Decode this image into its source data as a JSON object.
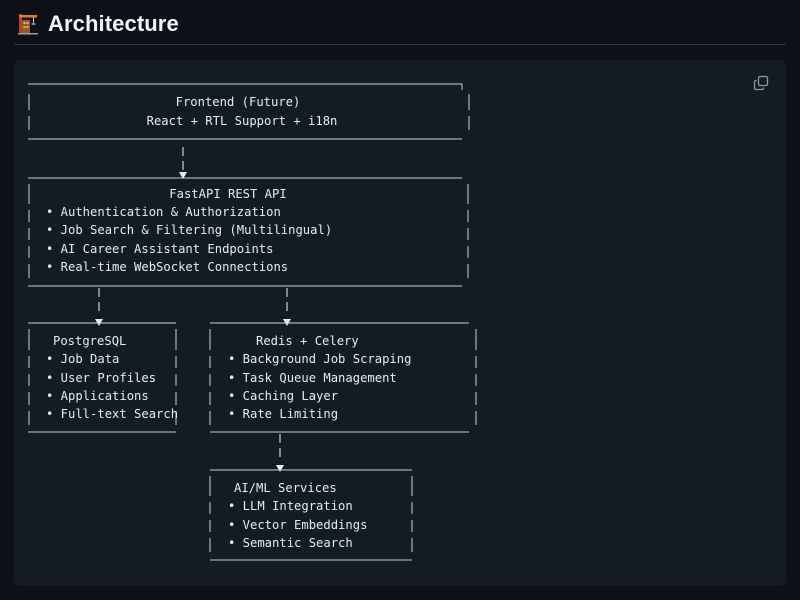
{
  "heading": {
    "title": "Architecture",
    "icon": "building-construction-icon"
  },
  "code_block": {
    "copy_icon": "copy-icon",
    "diagram": {
      "frontend": {
        "title": "Frontend (Future)",
        "subtitle": "React + RTL Support + i18n"
      },
      "api": {
        "title": "FastAPI REST API",
        "items": [
          "• Authentication & Authorization",
          "• Job Search & Filtering (Multilingual)",
          "• AI Career Assistant Endpoints",
          "• Real-time WebSocket Connections"
        ]
      },
      "postgres": {
        "title": "PostgreSQL",
        "items": [
          "• Job Data",
          "• User Profiles",
          "• Applications",
          "• Full-text Search"
        ]
      },
      "redis": {
        "title": "Redis + Celery",
        "items": [
          "• Background Job Scraping",
          "• Task Queue Management",
          "• Caching Layer",
          "• Rate Limiting"
        ]
      },
      "aiml": {
        "title": "AI/ML Services",
        "items": [
          "• LLM Integration",
          "• Vector Embeddings",
          "• Semantic Search"
        ]
      }
    }
  },
  "colors": {
    "page_background": "#0d1117",
    "code_background": "#151b23",
    "text": "#e6edf3",
    "rule": "#30363d"
  }
}
